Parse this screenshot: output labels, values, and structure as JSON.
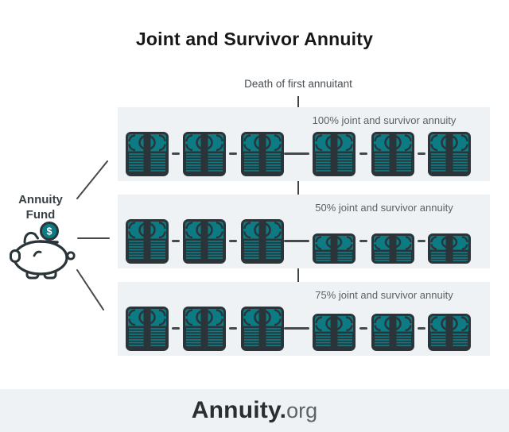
{
  "title": "Joint and Survivor Annuity",
  "divider": {
    "label": "Death of first annuitant"
  },
  "fund": {
    "label_line1": "Annuity",
    "label_line2": "Fund",
    "coin_symbol": "$",
    "icon": "piggy-bank-icon"
  },
  "rows": [
    {
      "label": "100% joint and survivor annuity",
      "stacks_before_divider": 3,
      "stacks_after_divider": 3,
      "after_divider_size_pct": 100
    },
    {
      "label": "50% joint and survivor annuity",
      "stacks_before_divider": 3,
      "stacks_after_divider": 3,
      "after_divider_size_pct": 50
    },
    {
      "label": "75% joint and survivor annuity",
      "stacks_before_divider": 3,
      "stacks_after_divider": 3,
      "after_divider_size_pct": 75
    }
  ],
  "footer": {
    "brand_bold": "Annuity.",
    "brand_light": "org"
  },
  "icons": {
    "money_stack": "money-stack-icon",
    "piggy_bank": "piggy-bank-icon",
    "coin": "dollar-coin-icon"
  },
  "colors": {
    "teal": "#0d7b84",
    "icon_outline": "#2b3539",
    "panel_bg": "#eef2f5",
    "line": "#45494c",
    "title_text": "#151719",
    "label_text": "#5a6268"
  }
}
